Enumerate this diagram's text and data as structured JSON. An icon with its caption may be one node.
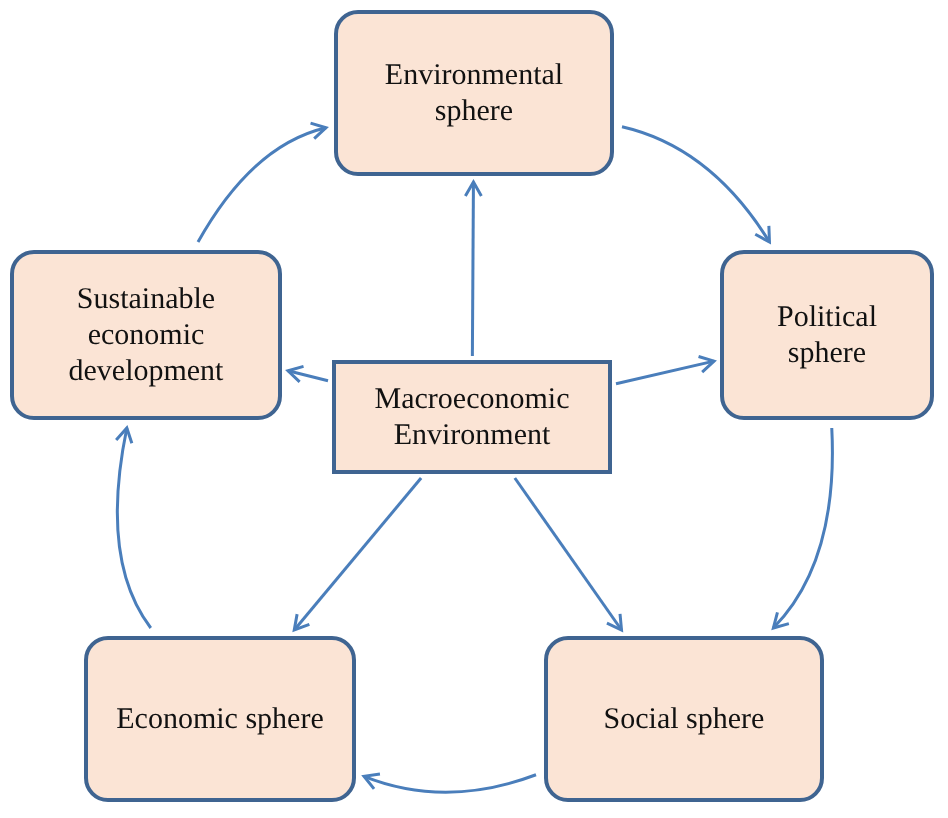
{
  "diagram": {
    "nodes": [
      {
        "text": [
          "Macroeconomic Environment"
        ]
      },
      {
        "text": [
          "Environmental sphere"
        ]
      },
      {
        "text": [
          "Political sphere"
        ]
      },
      {
        "text": [
          "Social sphere"
        ]
      },
      {
        "text": [
          "Economic sphere"
        ]
      },
      {
        "text": [
          "Sustainable economic development"
        ]
      }
    ],
    "edges": [
      {
        "from": 0,
        "to": 1,
        "arrow": "to"
      },
      {
        "from": 0,
        "to": 2,
        "arrow": "to"
      },
      {
        "from": 0,
        "to": 3,
        "arrow": "to"
      },
      {
        "from": 0,
        "to": 4,
        "arrow": "to"
      },
      {
        "from": 0,
        "to": 5,
        "arrow": "to"
      },
      {
        "from": 1,
        "to": 2,
        "arrow": "to"
      },
      {
        "from": 2,
        "to": 3,
        "arrow": "to"
      },
      {
        "from": 3,
        "to": 4,
        "arrow": "to"
      },
      {
        "from": 4,
        "to": 5,
        "arrow": "to"
      },
      {
        "from": 5,
        "to": 1,
        "arrow": "to"
      }
    ]
  }
}
